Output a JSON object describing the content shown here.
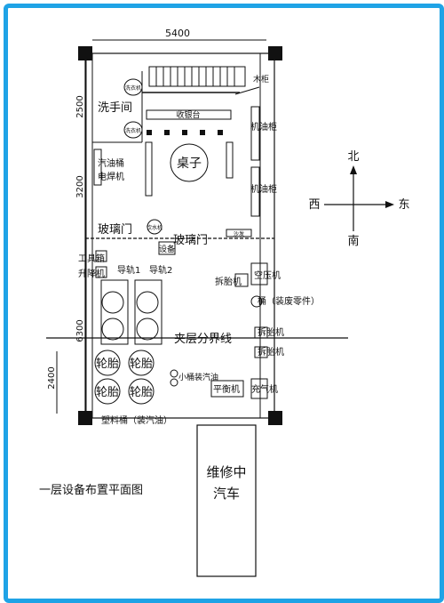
{
  "title": "一层设备布置平面图",
  "dimensions": {
    "width": "5400",
    "d2500": "2500",
    "d3200": "3200",
    "d6300": "6300",
    "d2400": "2400"
  },
  "rooms": {
    "washroom": "洗手间",
    "glass_door_left": "玻璃门",
    "glass_door_right": "玻璃门",
    "mezzanine_line": "夹层分界线"
  },
  "equipment": {
    "washer1": "洗衣机",
    "washer2": "洗衣机",
    "cabinet": "木柜",
    "counter": "收银台",
    "table": "桌子",
    "oil_cab1": "机油柜",
    "oil_cab2": "机油柜",
    "oil_drum": "汽油桶",
    "welder": "电焊机",
    "water_dispenser": "饮水机",
    "device": "设备",
    "sofa": "沙发",
    "tool_box": "工具箱",
    "lift": "升降机",
    "rail1": "导轨1",
    "rail2": "导轨2",
    "tire_remover1": "拆胎机",
    "air_compressor": "空压机",
    "scrap_bucket": "桶（装废零件）",
    "tire_remover2": "拆胎机",
    "tire_remover3": "拆胎机",
    "tire1": "轮胎",
    "tire2": "轮胎",
    "tire3": "轮胎",
    "tire4": "轮胎",
    "small_drum": "小桶装汽油",
    "balancer": "平衡机",
    "inflator": "充气机",
    "plastic_drum": "塑料桶（装汽油）",
    "car": "维修中\n汽车"
  },
  "compass": {
    "north": "北",
    "south": "南",
    "east": "东",
    "west": "西"
  },
  "colors": {
    "frame": "#1fa3e6",
    "line": "#111111"
  }
}
